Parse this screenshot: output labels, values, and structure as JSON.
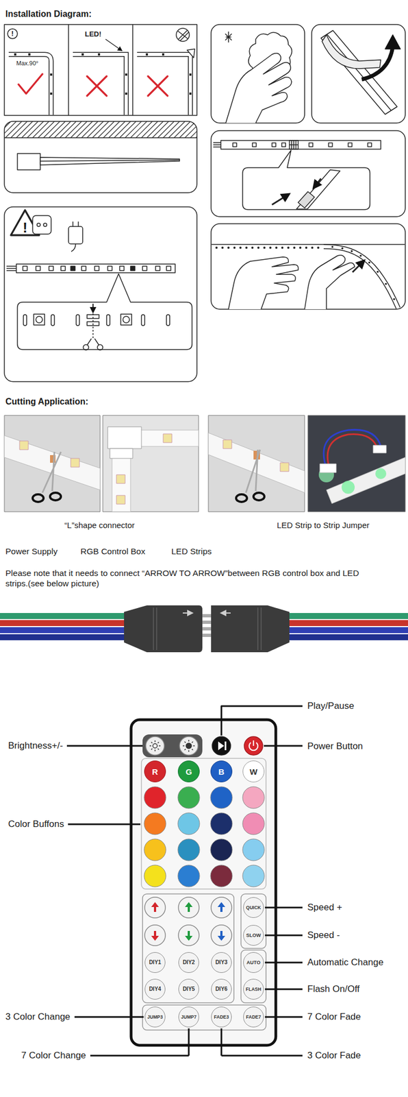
{
  "diagram": {
    "title": "Installation Diagram:",
    "nodes": [
      {
        "text": [
          "R"
        ]
      },
      {
        "text": [
          "G"
        ]
      },
      {
        "text": [
          "B"
        ]
      },
      {
        "text": [
          "W"
        ]
      },
      {
        "text": [
          "QUICK"
        ]
      },
      {
        "text": [
          "SLOW"
        ]
      },
      {
        "text": [
          "DIY1"
        ]
      },
      {
        "text": [
          "DIY2"
        ]
      },
      {
        "text": [
          "DIY3"
        ]
      },
      {
        "text": [
          "AUTO"
        ]
      },
      {
        "text": [
          "DIY4"
        ]
      },
      {
        "text": [
          "DIY5"
        ]
      },
      {
        "text": [
          "DIY6"
        ]
      },
      {
        "text": [
          "FLASH"
        ]
      },
      {
        "text": [
          "JUMP3"
        ]
      },
      {
        "text": [
          "JUMP7"
        ]
      },
      {
        "text": [
          "FADE3"
        ]
      },
      {
        "text": [
          "FADE7"
        ]
      }
    ],
    "labels": [
      "!",
      "Max.90°",
      "LED!",
      "!",
      "Cutting Application:",
      "“L”shape connector",
      "LED Strip to Strip Jumper",
      "Power Supply",
      "RGB Control Box",
      "LED Strips",
      "Please note that it needs to connect “ARROW TO ARROW”between RGB control box and LED strips.(see below picture)",
      "Play/Pause",
      "Brightness+/-",
      "Power Button",
      "Color Buffons",
      "Speed +",
      "Speed -",
      "Automatic Change",
      "Flash On/Off",
      "3 Color Change",
      "7 Color Fade",
      "7 Color Change",
      "3 Color Fade"
    ]
  }
}
